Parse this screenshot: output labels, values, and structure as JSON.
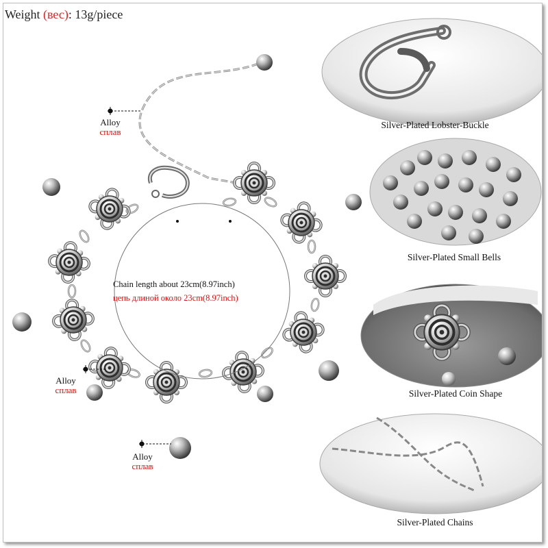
{
  "weight": {
    "label": "Weight ",
    "label_ru": "(вес)",
    "value": ": 13g/piece"
  },
  "chain_length": {
    "en": "Chain length about 23cm(8.97inch)",
    "ru": "цепь длиной около 23cm(8.97inch)"
  },
  "alloy_labels": [
    {
      "en": "Alloy",
      "ru": "сплав"
    },
    {
      "en": "Alloy",
      "ru": "сплав"
    },
    {
      "en": "Alloy",
      "ru": "сплав"
    }
  ],
  "details": [
    {
      "caption": "Silver-Plated Lobster-Buckle",
      "icon": "lobster-clasp"
    },
    {
      "caption": "Silver-Plated Small Bells",
      "icon": "bells"
    },
    {
      "caption": "Silver-Plated Coin Shape",
      "icon": "coin-charm"
    },
    {
      "caption": "Silver-Plated Chains",
      "icon": "chain"
    }
  ],
  "colors": {
    "label_ru": "#e01010",
    "silver": "#c8c8c8",
    "silver_dark": "#4a4a4a"
  }
}
